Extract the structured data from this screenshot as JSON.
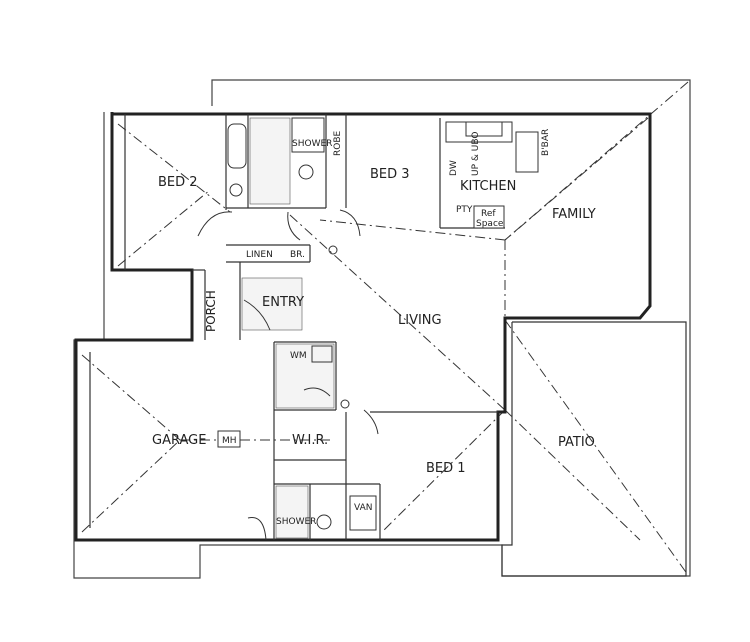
{
  "plan": {
    "rooms": {
      "bed2": "BED 2",
      "bed3": "BED 3",
      "shower_top": "SHOWER",
      "robe": "ROBE",
      "kitchen": "KITCHEN",
      "dw": "DW",
      "up_ubo": "UP & UBO",
      "bbar": "B'BAR",
      "pty": "PTY",
      "ref_space_1": "Ref",
      "ref_space_2": "Space",
      "family": "FAMILY",
      "linen": "LINEN",
      "br": "BR.",
      "porch": "PORCH",
      "entry": "ENTRY",
      "living": "LIVING",
      "wm": "WM",
      "garage": "GARAGE",
      "mh": "MH",
      "wir": "W.I.R.",
      "bed1": "BED 1",
      "patio": "PATIO",
      "shower_bottom": "SHOWER",
      "van": "VAN"
    }
  }
}
